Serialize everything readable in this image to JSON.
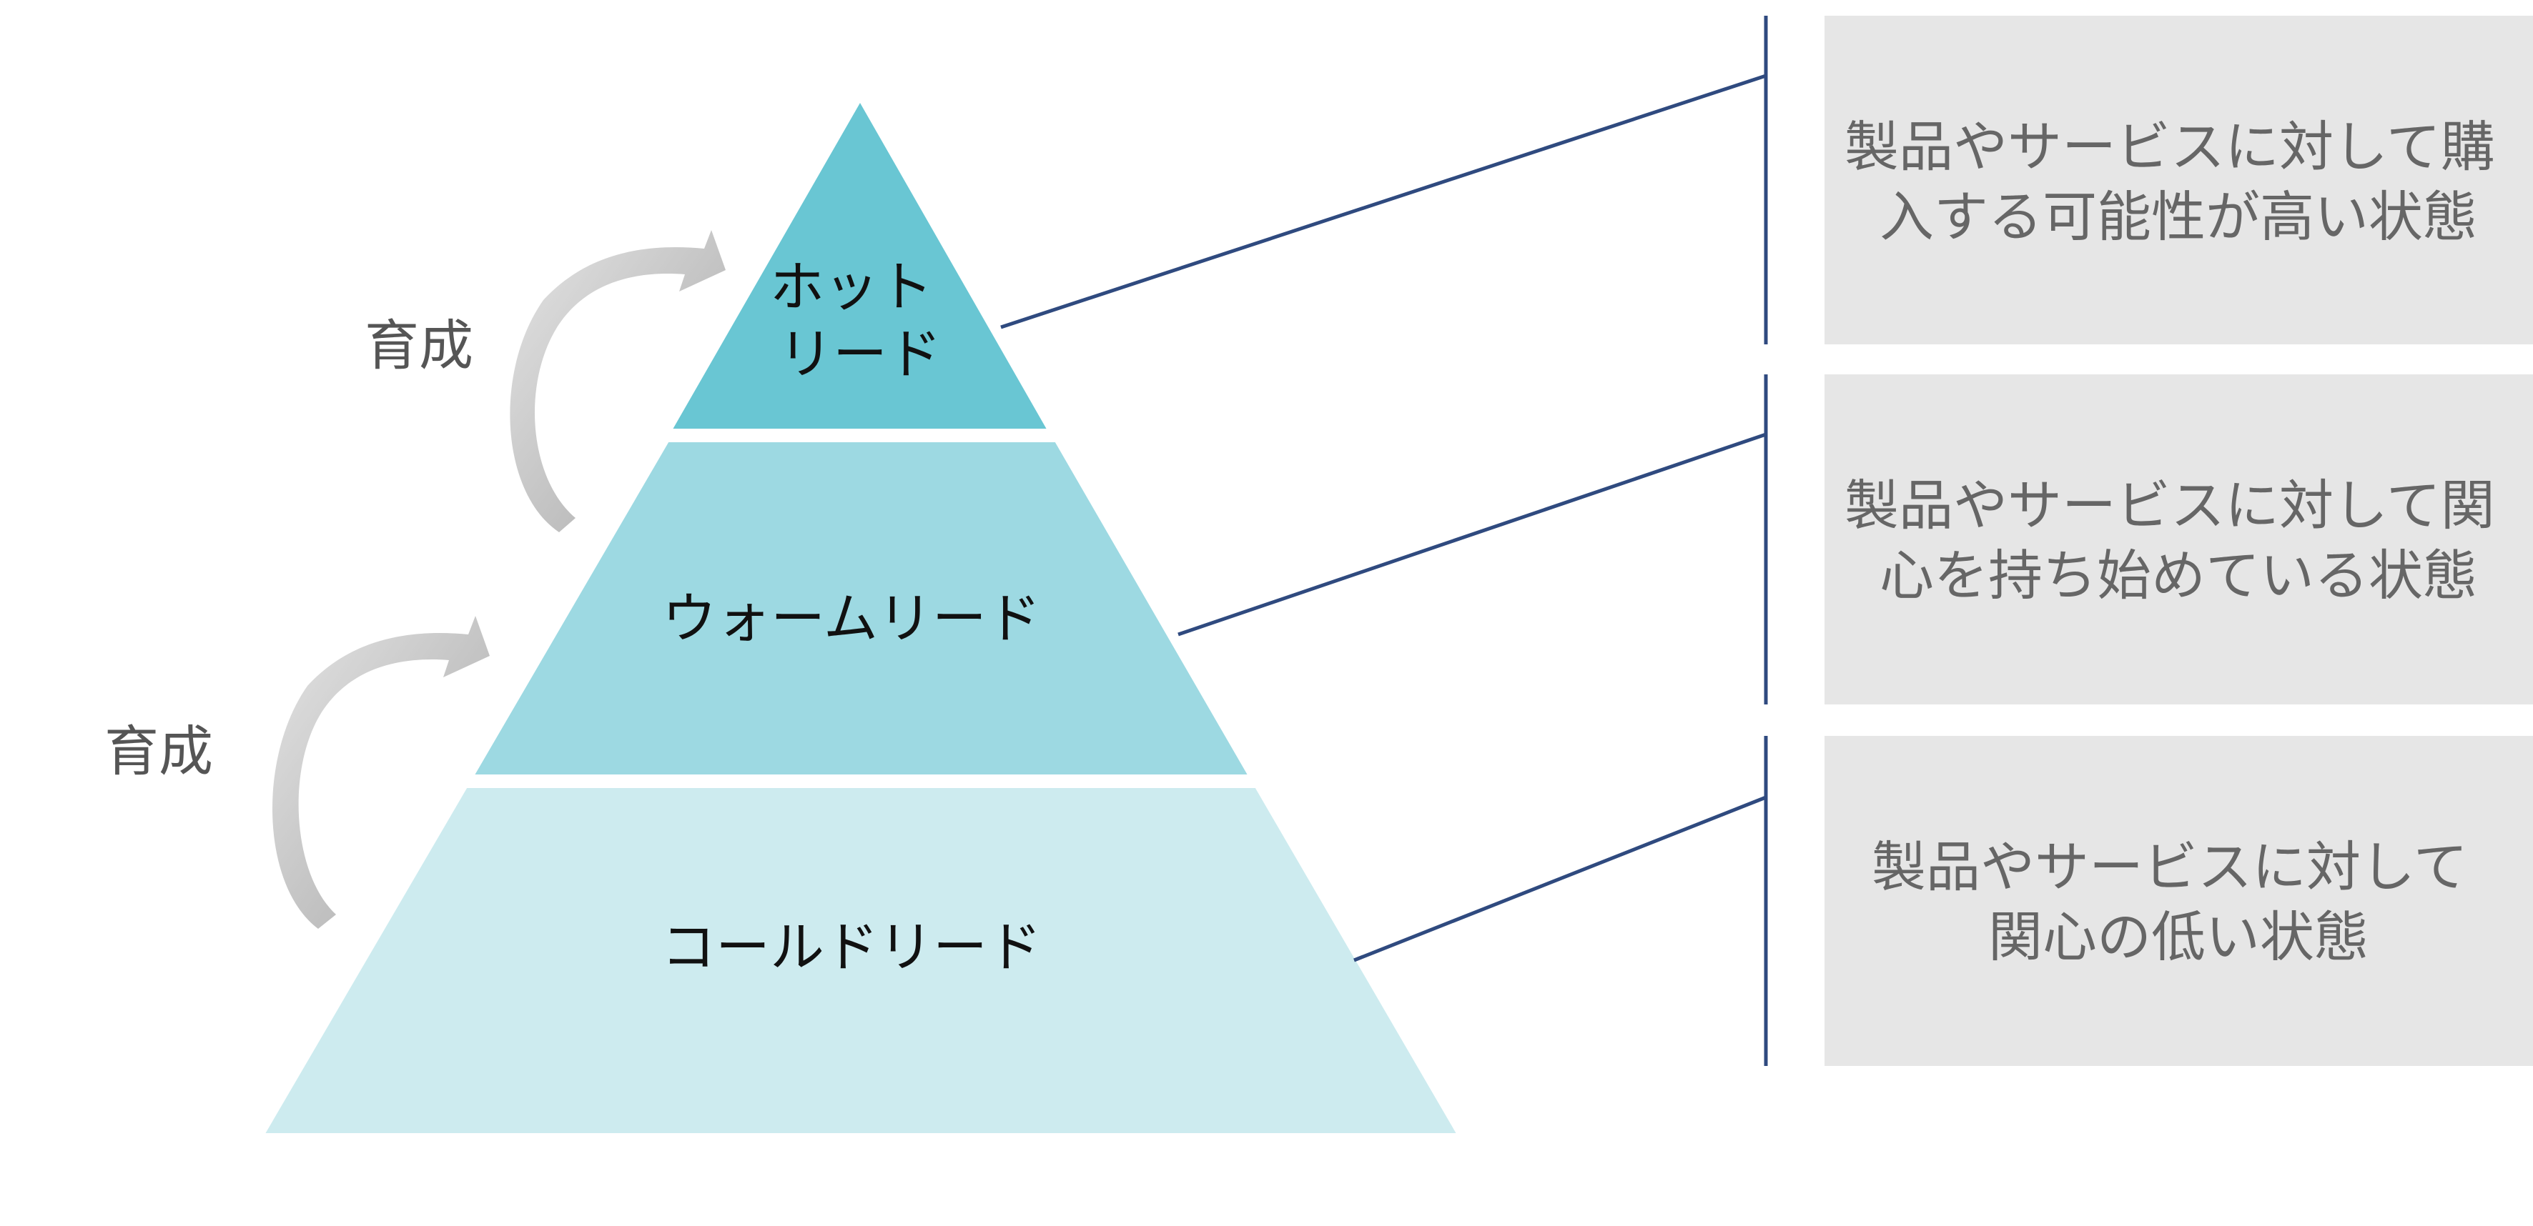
{
  "pyramid": {
    "layers": [
      {
        "label_lines": [
          "ホット",
          "リード"
        ],
        "color": "#69C6D3",
        "description_lines": [
          "製品やサービスに対して購",
          "入する可能性が高い状態"
        ]
      },
      {
        "label_lines": [
          "ウォームリード"
        ],
        "color": "#9DD9E2",
        "description_lines": [
          "製品やサービスに対して関",
          "心を持ち始めている状態"
        ]
      },
      {
        "label_lines": [
          "コールドリード"
        ],
        "color": "#CDEBEF",
        "description_lines": [
          "製品やサービスに対して",
          "関心の低い状態"
        ]
      }
    ]
  },
  "nurture": {
    "upper_label": "育成",
    "lower_label": "育成",
    "arrow_color": "#BDBDBD"
  },
  "colors": {
    "connector": "#2F4A7F",
    "description_box": "#E6E6E6",
    "description_text": "#666666"
  }
}
